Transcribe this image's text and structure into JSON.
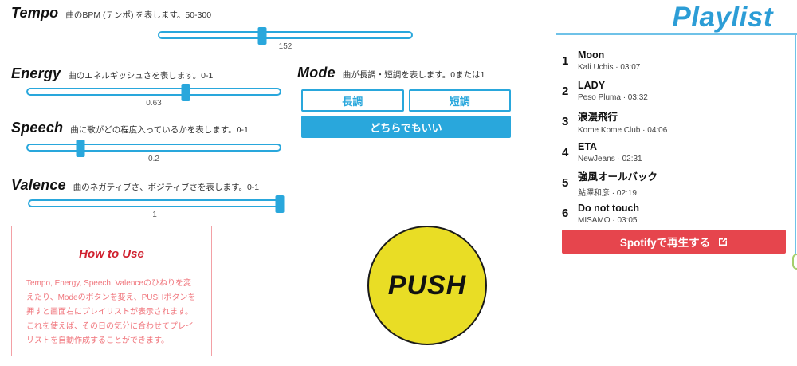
{
  "colors": {
    "accent_blue": "#29a7dc",
    "playlist_title_blue": "#2c9dd6",
    "underline_blue": "#6fc2e8",
    "spotify_button_red": "#e6454d",
    "push_yellow": "#e9dd25",
    "howto_title_red": "#d0212f",
    "howto_body_red": "#f0767d",
    "howto_border_pink": "#f3a0a5",
    "green_fragment": "#a5cf6b"
  },
  "sliders": [
    {
      "label": "Tempo",
      "desc": "曲のBPM (テンポ) を表します。50-300",
      "value": "152",
      "thumb_left": "40.8%"
    },
    {
      "label": "Energy",
      "desc": "曲のエネルギッシュさを表します。0-1",
      "value": "0.63",
      "thumb_left": "62.5%"
    },
    {
      "label": "Speech",
      "desc": "曲に歌がどの程度入っているかを表します。0-1",
      "value": "0.2",
      "thumb_left": "21%"
    },
    {
      "label": "Valence",
      "desc": "曲のネガティブさ、ポジティブさを表します。0-1",
      "value": "1",
      "thumb_left": "100%"
    }
  ],
  "mode": {
    "label": "Mode",
    "desc": "曲が長調・短調を表します。0または1",
    "major_label": "長調",
    "minor_label": "短調",
    "either_label": "どちらでもいい"
  },
  "how_to_use": {
    "title": "How to Use",
    "body": "Tempo, Energy, Speech, Valenceのひねりを変えたり、Modeのボタンを変え、PUSHボタンを押すと画面右にプレイリストが表示されます。これを使えば、その日の気分に合わせてプレイリストを自動作成することができます。"
  },
  "push_button": {
    "label": "PUSH"
  },
  "playlist": {
    "title": "Playlist",
    "items": [
      {
        "num": "1",
        "title": "Moon",
        "sub": "Kali Uchis · 03:07"
      },
      {
        "num": "2",
        "title": "LADY",
        "sub": "Peso Pluma · 03:32"
      },
      {
        "num": "3",
        "title": "浪漫飛行",
        "sub": "Kome Kome Club · 04:06"
      },
      {
        "num": "4",
        "title": "ETA",
        "sub": "NewJeans · 02:31"
      },
      {
        "num": "5",
        "title": "強風オールバック",
        "sub": "鮎澤和彦 · 02:19"
      },
      {
        "num": "6",
        "title": "Do not touch",
        "sub": "MISAMO · 03:05"
      }
    ],
    "spotify_button_label": "Spotifyで再生する"
  }
}
